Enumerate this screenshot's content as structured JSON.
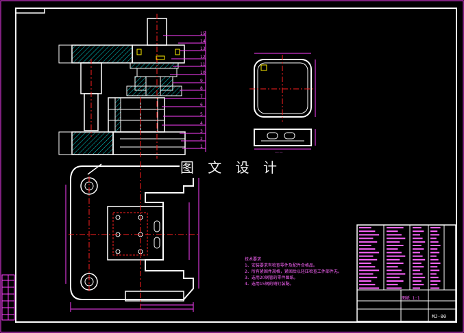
{
  "watermark": "图 文 设 计",
  "tech_notes": {
    "title": "技术要求",
    "items": [
      "1、安装要求有检查零件及配件合格品。",
      "2、所有紧固件规格，紧固后以轻压检查工件部件无。",
      "3、选用20钢管的零件图纸。",
      "4、选用15钢的销钉装配。"
    ]
  },
  "title_block": {
    "drawing_no": "MJ-00",
    "scale": "图纸 1:1"
  },
  "section_label": "—·—",
  "part_numbers": [
    "15",
    "14",
    "13",
    "12",
    "11",
    "10",
    "9",
    "8",
    "7",
    "6",
    "5",
    "4",
    "3",
    "2",
    "1"
  ],
  "colors": {
    "frame": "#ffffff",
    "outline": "#ffffff",
    "hatch": "#00d4d4",
    "center": "#ff2020",
    "leader": "#ff40ff",
    "text": "#ff66ff",
    "background": "#000000"
  }
}
